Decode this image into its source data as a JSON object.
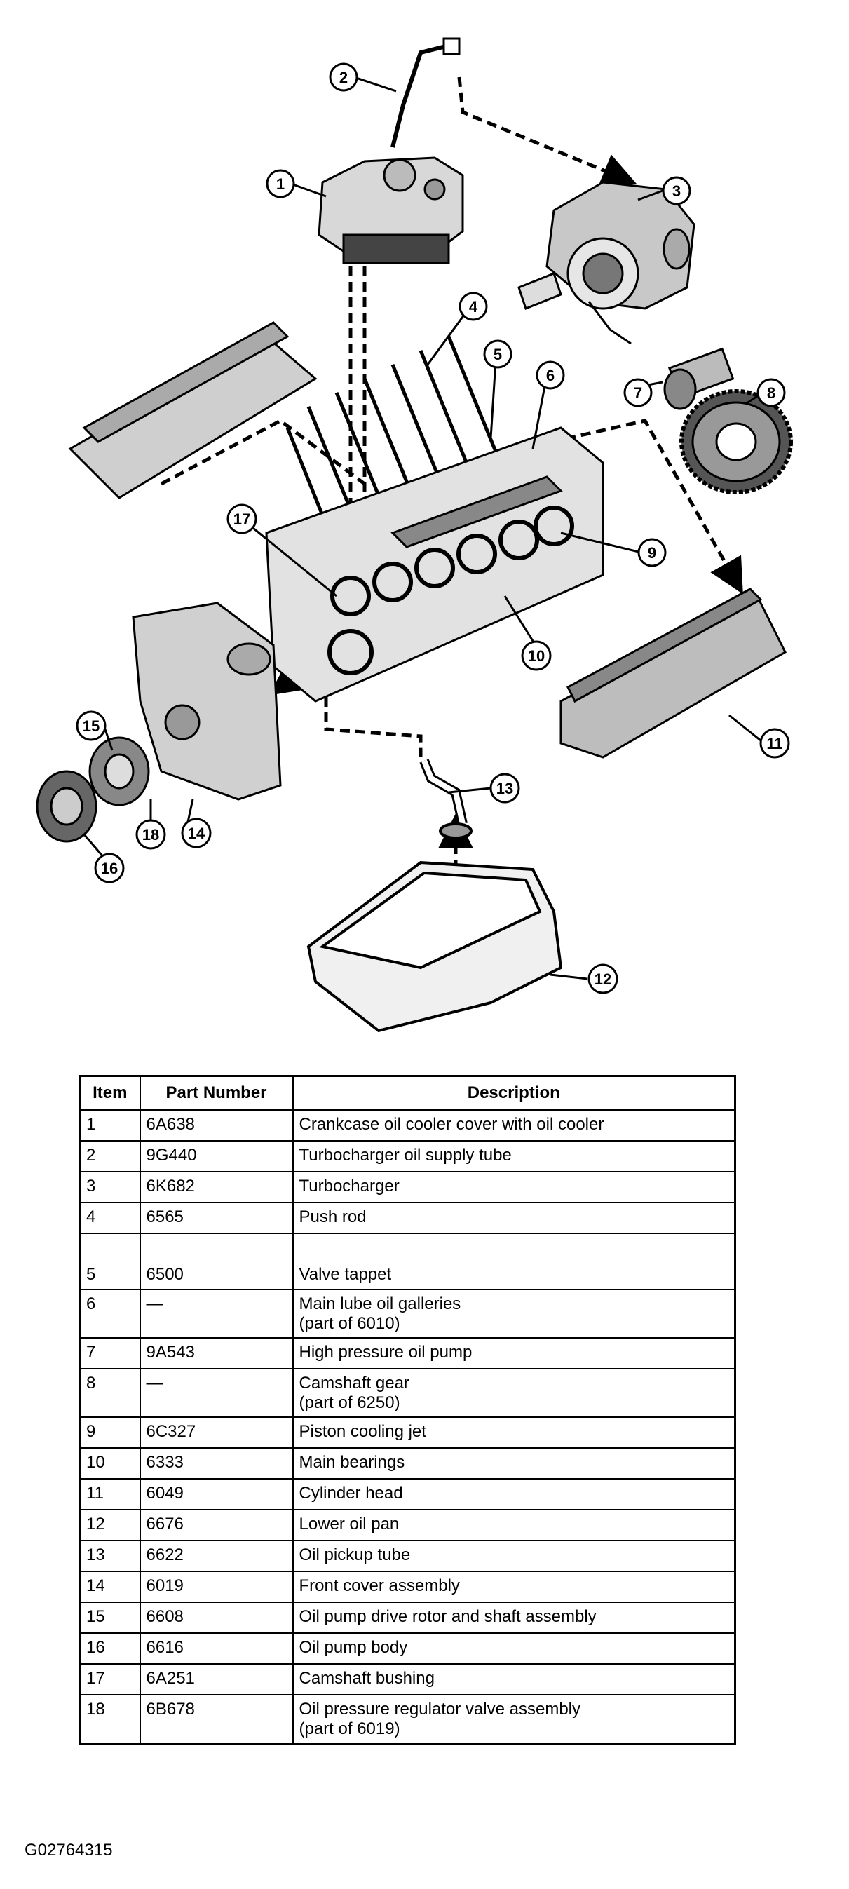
{
  "callouts": [
    "1",
    "2",
    "3",
    "4",
    "5",
    "6",
    "7",
    "8",
    "9",
    "10",
    "11",
    "12",
    "13",
    "14",
    "15",
    "16",
    "17",
    "18"
  ],
  "table": {
    "headers": [
      "Item",
      "Part Number",
      "Description"
    ],
    "rows": [
      {
        "item": "1",
        "part": "6A638",
        "desc": "Crankcase oil cooler cover with oil cooler"
      },
      {
        "item": "2",
        "part": "9G440",
        "desc": "Turbocharger oil supply tube"
      },
      {
        "item": "3",
        "part": "6K682",
        "desc": "Turbocharger"
      },
      {
        "item": "4",
        "part": "6565",
        "desc": "Push rod"
      },
      {
        "item": "5",
        "part": "6500",
        "desc": "Valve tappet"
      },
      {
        "item": "6",
        "part": "—",
        "desc": "Main lube oil galleries\n(part of 6010)"
      },
      {
        "item": "7",
        "part": "9A543",
        "desc": "High pressure oil pump"
      },
      {
        "item": "8",
        "part": "—",
        "desc": "Camshaft gear\n(part of 6250)"
      },
      {
        "item": "9",
        "part": "6C327",
        "desc": "Piston cooling jet"
      },
      {
        "item": "10",
        "part": "6333",
        "desc": "Main bearings"
      },
      {
        "item": "11",
        "part": "6049",
        "desc": "Cylinder head"
      },
      {
        "item": "12",
        "part": "6676",
        "desc": "Lower oil pan"
      },
      {
        "item": "13",
        "part": "6622",
        "desc": "Oil pickup tube"
      },
      {
        "item": "14",
        "part": "6019",
        "desc": "Front cover assembly"
      },
      {
        "item": "15",
        "part": "6608",
        "desc": "Oil pump drive rotor and shaft assembly"
      },
      {
        "item": "16",
        "part": "6616",
        "desc": "Oil pump body"
      },
      {
        "item": "17",
        "part": "6A251",
        "desc": "Camshaft bushing"
      },
      {
        "item": "18",
        "part": "6B678",
        "desc": "Oil pressure regulator valve assembly\n(part of 6019)"
      }
    ]
  },
  "figure_id": "G02764315"
}
